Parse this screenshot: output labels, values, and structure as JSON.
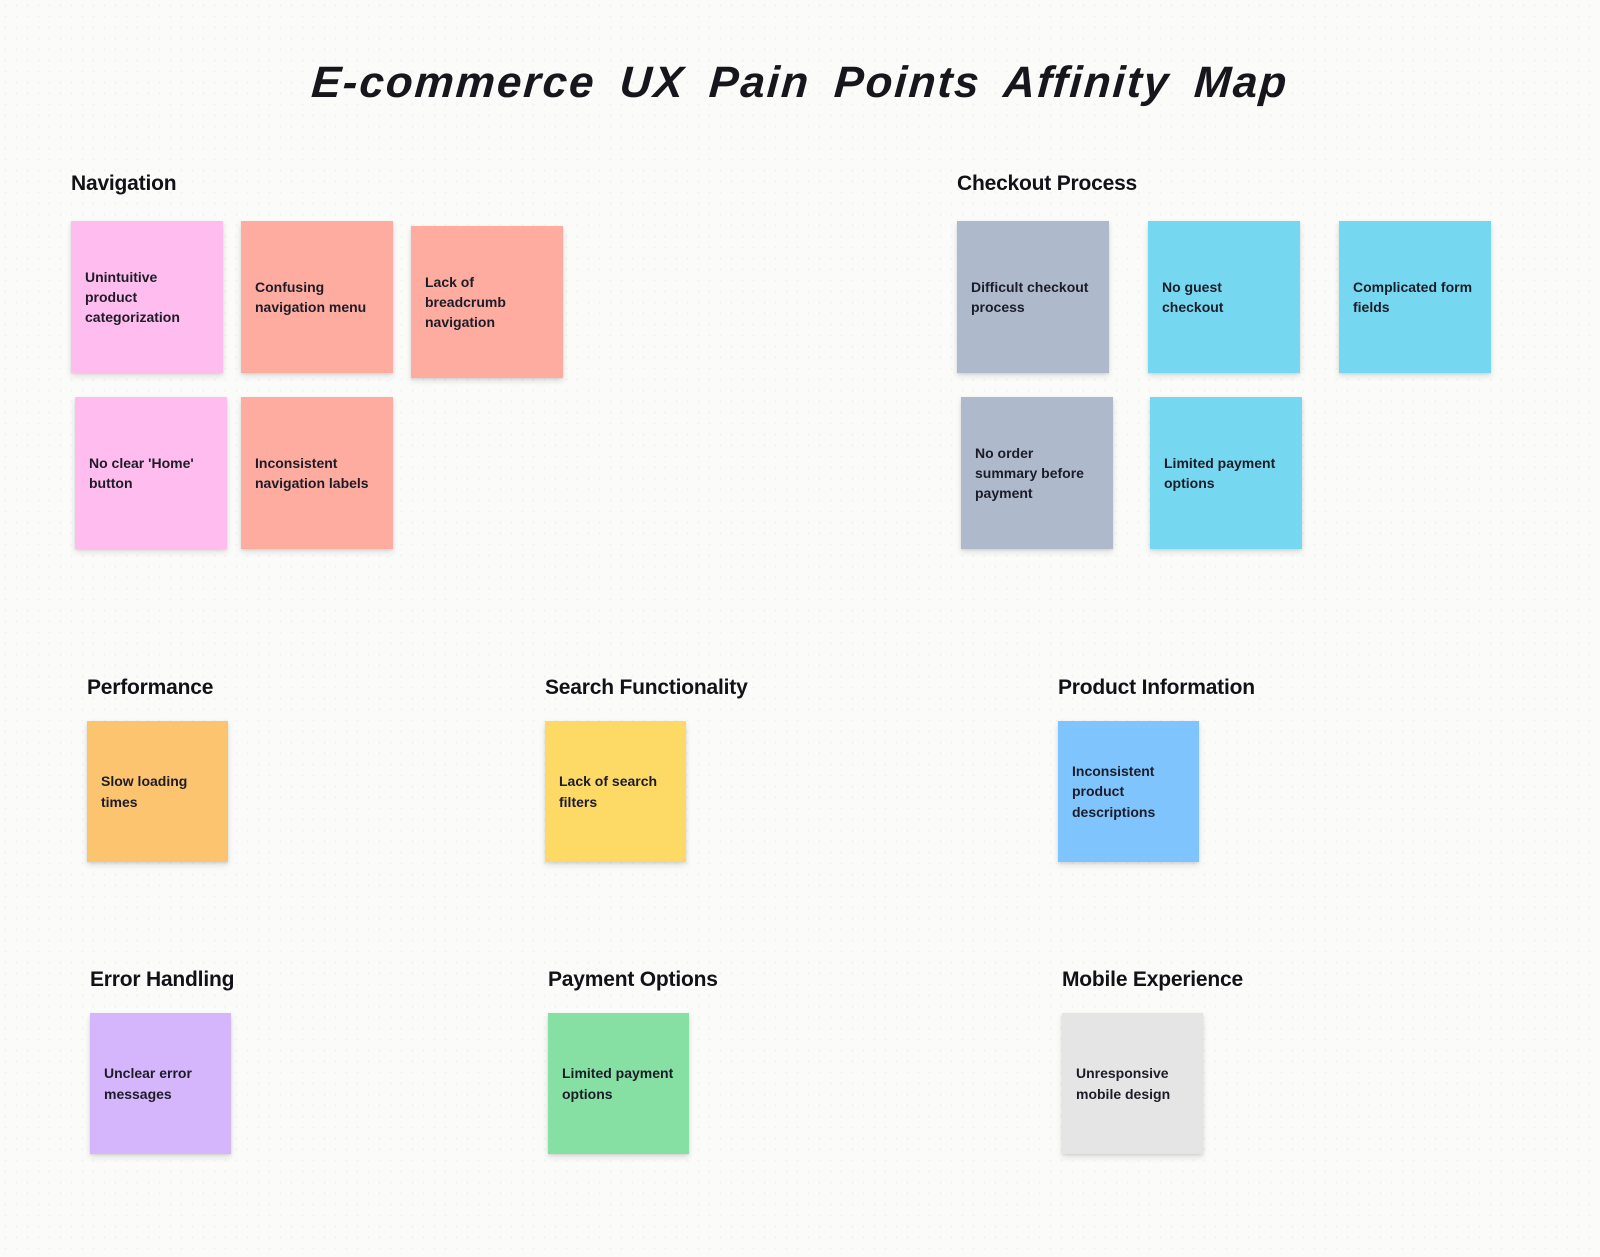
{
  "board": {
    "title": "E-commerce UX Pain Points Affinity Map"
  },
  "palette": {
    "pink": "#ffbcee",
    "salmon": "#ffaca0",
    "slate": "#aebacb",
    "cyan": "#76d8f0",
    "orange": "#fdc470",
    "yellow": "#fdd966",
    "blue": "#7fc4fd",
    "purple": "#d5b6fc",
    "green": "#86e0a4",
    "gray": "#e5e5e5"
  },
  "groups": [
    {
      "id": "navigation",
      "label": "Navigation",
      "notes": [
        {
          "text": "Unintuitive product categorization",
          "color": "pink"
        },
        {
          "text": "Confusing navigation menu",
          "color": "salmon"
        },
        {
          "text": "Lack of breadcrumb navigation",
          "color": "salmon"
        },
        {
          "text": "No clear 'Home' button",
          "color": "pink"
        },
        {
          "text": "Inconsistent navigation labels",
          "color": "salmon"
        }
      ]
    },
    {
      "id": "checkout-process",
      "label": "Checkout Process",
      "notes": [
        {
          "text": "Difficult checkout process",
          "color": "slate"
        },
        {
          "text": "No guest checkout",
          "color": "cyan"
        },
        {
          "text": "Complicated form fields",
          "color": "cyan"
        },
        {
          "text": "No order summary before payment",
          "color": "slate"
        },
        {
          "text": "Limited payment options",
          "color": "cyan"
        }
      ]
    },
    {
      "id": "performance",
      "label": "Performance",
      "notes": [
        {
          "text": "Slow loading times",
          "color": "orange"
        }
      ]
    },
    {
      "id": "search-functionality",
      "label": "Search Functionality",
      "notes": [
        {
          "text": "Lack of search filters",
          "color": "yellow"
        }
      ]
    },
    {
      "id": "product-information",
      "label": "Product Information",
      "notes": [
        {
          "text": "Inconsistent product descriptions",
          "color": "blue"
        }
      ]
    },
    {
      "id": "error-handling",
      "label": "Error Handling",
      "notes": [
        {
          "text": "Unclear error messages",
          "color": "purple"
        }
      ]
    },
    {
      "id": "payment-options",
      "label": "Payment Options",
      "notes": [
        {
          "text": "Limited payment options",
          "color": "green"
        }
      ]
    },
    {
      "id": "mobile-experience",
      "label": "Mobile Experience",
      "notes": [
        {
          "text": "Unresponsive mobile design",
          "color": "gray"
        }
      ]
    }
  ]
}
